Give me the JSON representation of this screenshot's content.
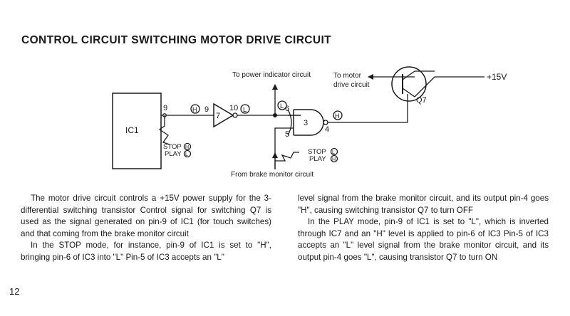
{
  "heading": "CONTROL CIRCUIT SWITCHING MOTOR DRIVE CIRCUIT",
  "diagram": {
    "ic1_label": "IC1",
    "pin9_ic1": "9",
    "h_in": "H",
    "pin9_ic7": "9",
    "ic7_label": "7",
    "pin10": "10",
    "l_out": "L",
    "power_indicator_label": "To power indicator circuit",
    "motor_drive_label_1": "To motor",
    "motor_drive_label_2": "drive circuit",
    "supply_label": "+15V",
    "q7_label": "Q7",
    "l_pin6": "L",
    "pin6": "6",
    "ic3_label": "3",
    "pin5": "5",
    "pin4": "4",
    "h_pin4": "H",
    "stop_label_left": "STOP",
    "stop_state_left": "H",
    "play_label_left": "PLAY",
    "play_state_left": "L",
    "stop_label_right": "STOP",
    "stop_state_right": "L",
    "play_label_right": "PLAY",
    "play_state_right": "H",
    "brake_monitor_label": "From brake monitor circuit"
  },
  "body": {
    "left_p1": "The motor drive circuit controls a +15V power supply for the 3-differential switching transistor Control signal for switching Q7 is used as the signal generated on pin-9 of IC1 (for touch switches) and that coming from the brake monitor circuit",
    "left_p2": "In the STOP mode, for instance, pin-9 of IC1 is set to \"H\", bringing pin-6 of IC3 into \"L\" Pin-5 of IC3 accepts an \"L\"",
    "right_p1": "level signal from the brake monitor circuit, and its output pin-4 goes \"H\", causing switching transistor Q7 to turn OFF",
    "right_p2": "In the PLAY mode, pin-9 of IC1 is set to \"L\", which is inverted through IC7 and an \"H\" level is applied to pin-6 of IC3 Pin-5 of IC3 accepts an \"L\" level signal from the brake monitor circuit, and its output pin-4 goes \"L\", causing transistor Q7 to turn ON"
  },
  "page_number": "12"
}
